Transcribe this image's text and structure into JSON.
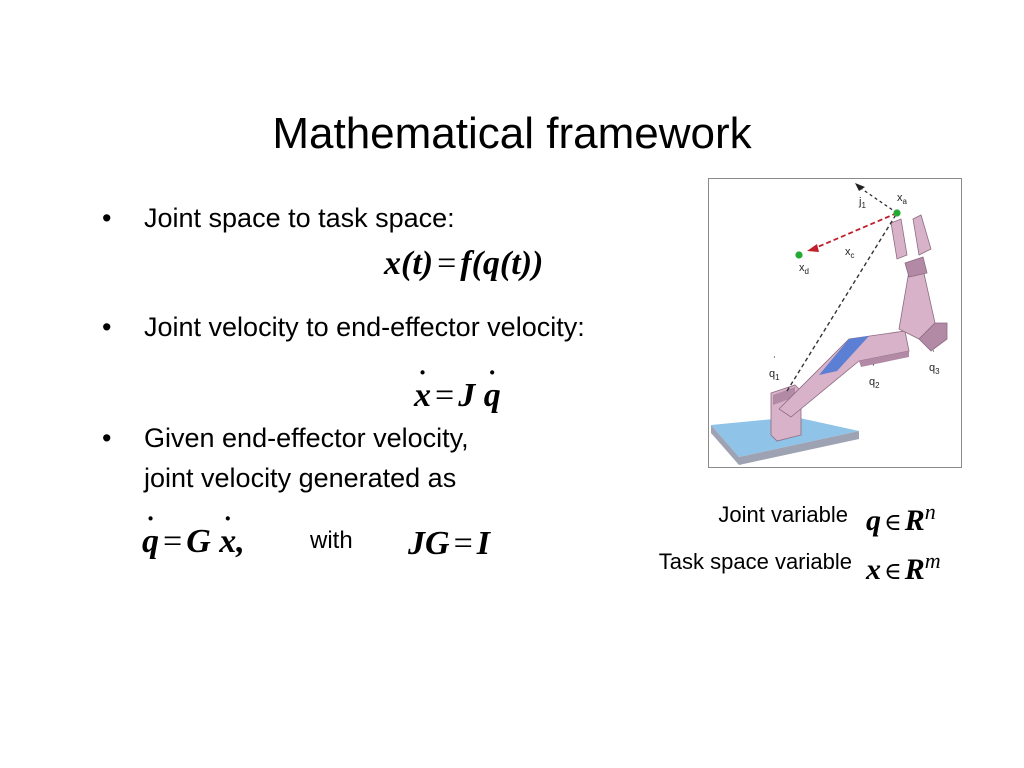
{
  "slide": {
    "title": "Mathematical framework",
    "bullets": [
      {
        "marker": "•",
        "text": "Joint space to task space:"
      },
      {
        "marker": "•",
        "text": "Joint velocity to end-effector velocity:"
      },
      {
        "marker": "•",
        "line1": "Given end-effector velocity,",
        "line2": "joint velocity generated as"
      }
    ],
    "eq1": {
      "lhs": "x(t)",
      "eq": "=",
      "rhs": "f(q(t))"
    },
    "eq2": {
      "lhs": "x",
      "eq": "=",
      "J": "J",
      "q": "q"
    },
    "eq3": {
      "q": "q",
      "eq": "=",
      "G": "G",
      "x": "x",
      "comma": ","
    },
    "with_text": "with",
    "eq4": {
      "lhs": "JG",
      "eq": "=",
      "rhs": "I"
    },
    "variables": [
      {
        "label": "Joint variable",
        "sym": "q",
        "in": "∈",
        "set": "R",
        "exp": "n"
      },
      {
        "label": "Task space variable",
        "sym": "x",
        "in": "∈",
        "set": "R",
        "exp": "m"
      }
    ]
  },
  "figure": {
    "labels": {
      "j1": "j",
      "j1_sub": "1",
      "xa": "x",
      "xa_sub": "a",
      "xc": "x",
      "xc_sub": "c",
      "xd": "x",
      "xd_sub": "d",
      "q1": "q",
      "q1_sub": "1",
      "q2": "q",
      "q2_sub": "2",
      "q3": "q",
      "q3_sub": "3",
      "dot": "˙"
    },
    "colors": {
      "arm": "#d8b2c8",
      "arm_shadow": "#b28aa6",
      "arm_blue": "#5b7fd4",
      "base": "#8fc3e8",
      "base_side": "#9ea3b3",
      "target": "#22aa33",
      "velocity_arrow": "#c0202a"
    }
  }
}
